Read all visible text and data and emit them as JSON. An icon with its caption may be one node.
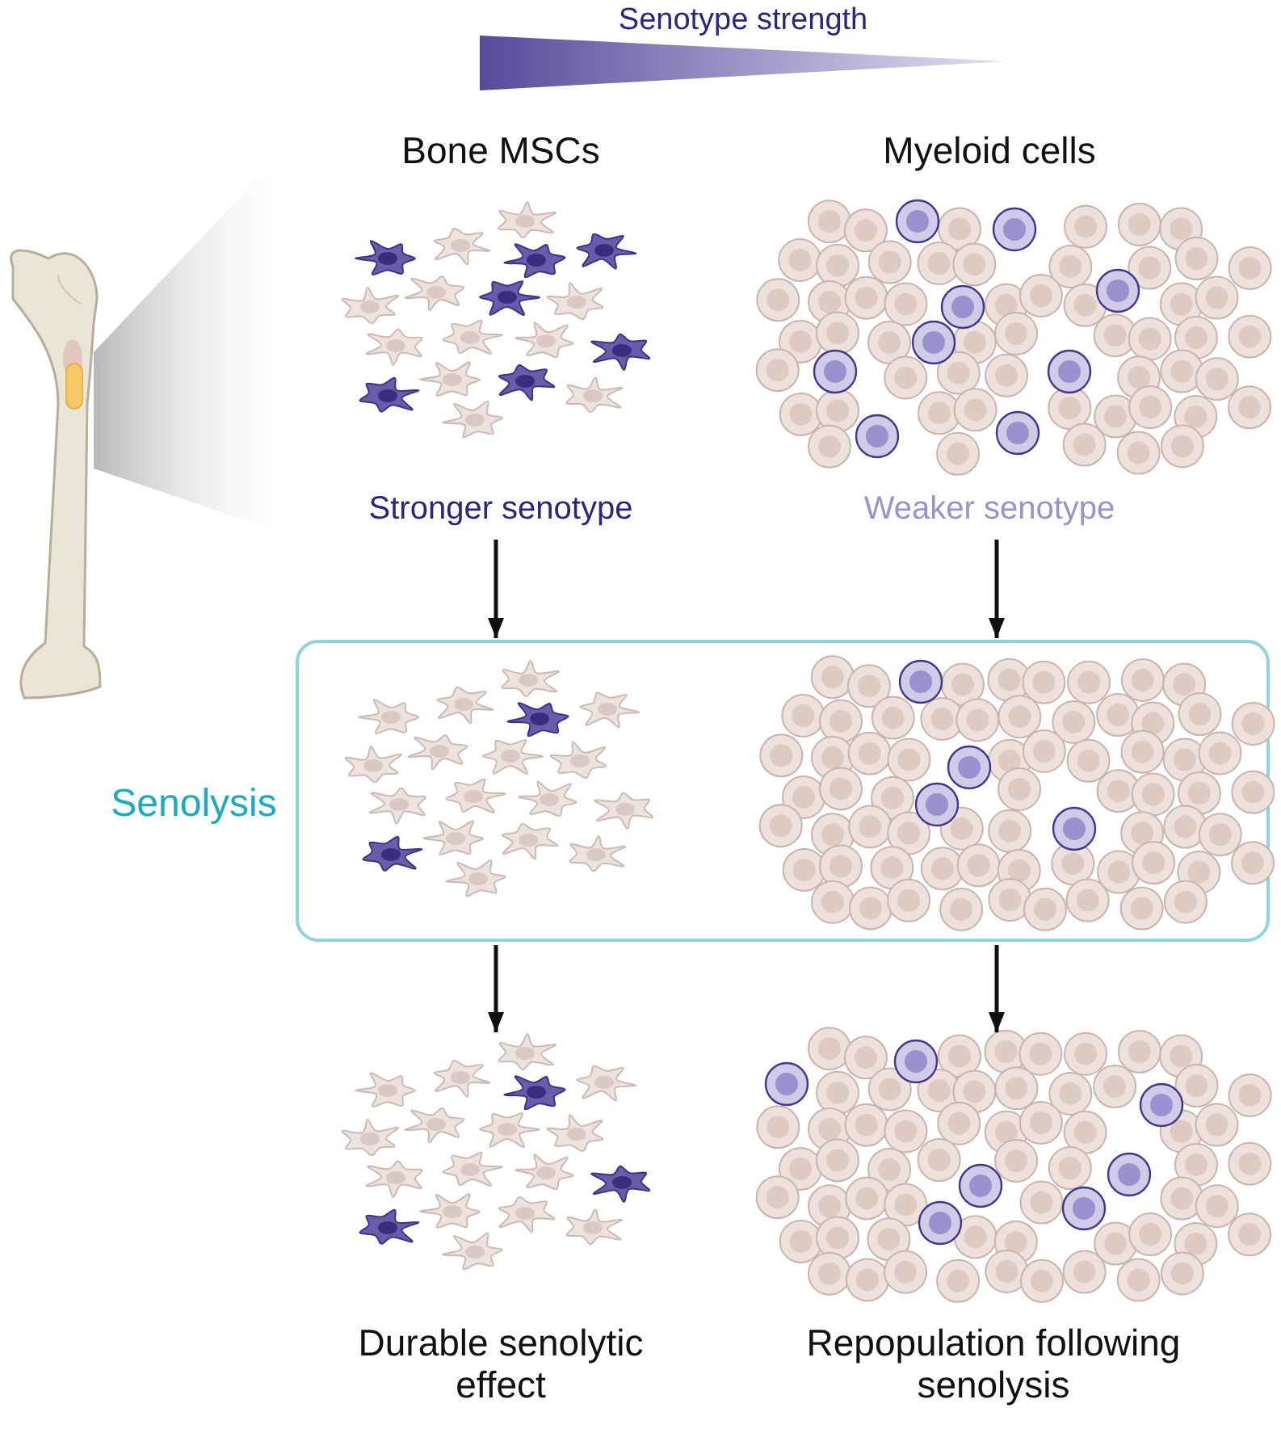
{
  "diagram": {
    "nodes": [
      {
        "text": [
          "Senotype strength"
        ]
      },
      {
        "text": [
          "Senolysis"
        ]
      },
      {
        "text": [
          "Bone MSCs",
          "Stronger senotype"
        ]
      },
      {
        "text": [
          "Myeloid cells",
          "Weaker senotype"
        ]
      },
      {
        "text": [],
        "shape": "picture",
        "in": 1
      },
      {
        "text": [],
        "shape": "picture",
        "in": 1
      },
      {
        "text": [
          "Durable senolytic effect"
        ]
      },
      {
        "text": [
          "Repopulation following senolysis"
        ]
      }
    ],
    "edges": [
      {
        "from": 2,
        "to": 1,
        "arrow": "to"
      },
      {
        "from": 3,
        "to": 1,
        "arrow": "to"
      },
      {
        "from": 1,
        "to": 6,
        "arrow": "to"
      },
      {
        "from": 1,
        "to": 7,
        "arrow": "to"
      }
    ]
  }
}
